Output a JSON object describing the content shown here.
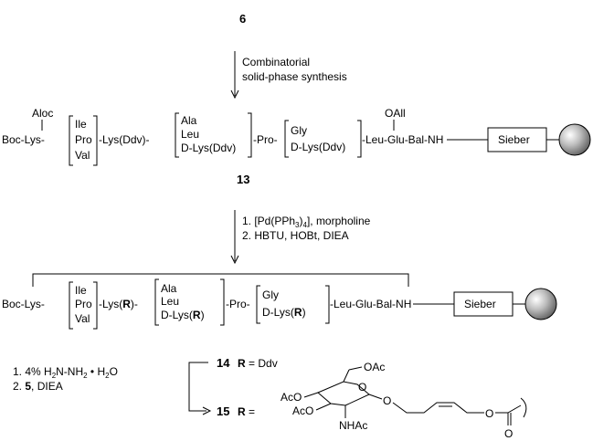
{
  "compounds": {
    "start": "6",
    "library": "13",
    "c14": "14",
    "c15": "15"
  },
  "step1": {
    "line1": "Combinatorial",
    "line2": "solid-phase synthesis"
  },
  "step2": {
    "line1_pre": "1. [Pd(PPh",
    "line1_sub": "3",
    "line1_mid": ")",
    "line1_sub2": "4",
    "line1_post": "], morpholine",
    "line2": "2. HBTU, HOBt, DIEA"
  },
  "seq13": {
    "aloc": "Aloc",
    "boclys": "Boc-Lys-",
    "set1": [
      "Ile",
      "Pro",
      "Val"
    ],
    "lysddv": "-Lys(Ddv)-",
    "set2": [
      "Ala",
      "Leu",
      "D-Lys(Ddv)"
    ],
    "pro": "-Pro-",
    "set3": [
      "Gly",
      "D-Lys(Ddv)"
    ],
    "oall": "OAll",
    "tail": "-Leu-Glu-Bal-NH",
    "resin": "Sieber"
  },
  "seqR": {
    "boclys": "Boc-Lys-",
    "set1": [
      "Ile",
      "Pro",
      "Val"
    ],
    "lysR_pre": "-Lys(",
    "R": "R",
    "lysR_post": ")-",
    "set2": [
      "Ala",
      "Leu"
    ],
    "dlys_pre": "D-Lys(",
    "dlys_post": ")",
    "pro": "-Pro-",
    "set3": [
      "Gly"
    ],
    "tail": "-Leu-Glu-Bal-NH",
    "resin": "Sieber"
  },
  "step3": {
    "line1_pre": "1. 4% H",
    "line1_sub1": "2",
    "line1_mid": "N-NH",
    "line1_sub2": "2",
    "line1_dot": " • H",
    "line1_sub3": "2",
    "line1_end": "O",
    "line2_pre": "2. ",
    "line2_ref": "5",
    "line2_post": ", DIEA"
  },
  "r14": {
    "rlabel": "R",
    "value": " = Ddv"
  },
  "r15": {
    "rlabel": "R",
    "value": " ="
  },
  "sugar": {
    "oac_top": "OAc",
    "aco1": "AcO",
    "aco2": "AcO",
    "o_ring": "O",
    "o_glyc": "O",
    "nhac": "NHAc",
    "o_ester": "O",
    "o_carbonyl": "O"
  }
}
